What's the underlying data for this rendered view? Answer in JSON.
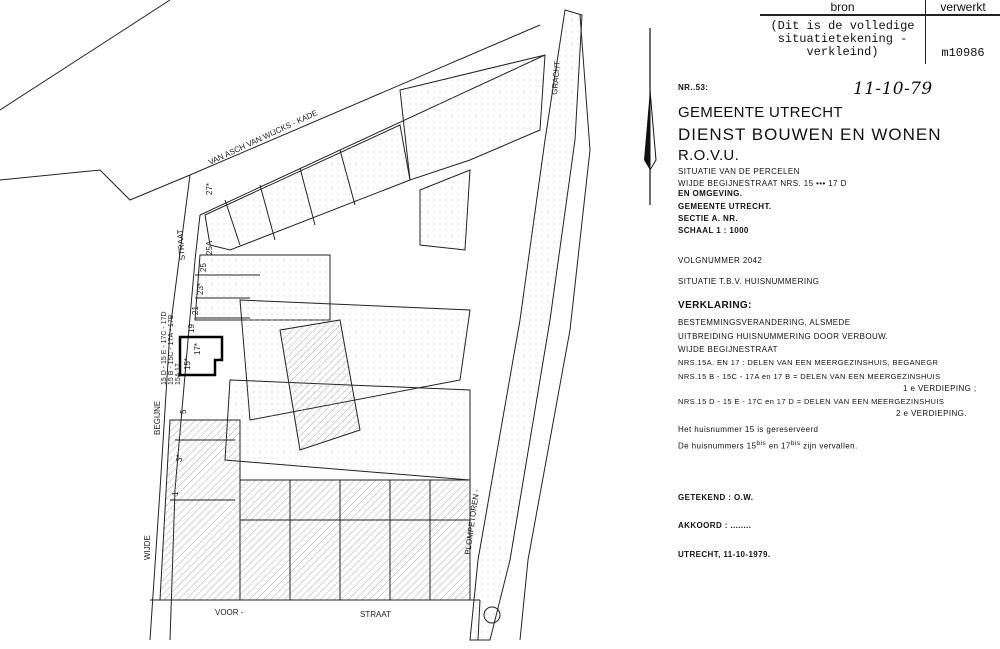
{
  "bron_table": {
    "headers": [
      "bron",
      "verwerkt"
    ],
    "source_lines": [
      "(Dit is de volledige",
      "situatietekening -",
      "verkleind)"
    ],
    "verwerkt_value": "m10986"
  },
  "title_block": {
    "nr": "NR..53:",
    "handwritten_date": "11-10-79",
    "municipality": "GEMEENTE UTRECHT",
    "department": "DIENST BOUWEN EN WONEN",
    "unit": "R.O.V.U.",
    "situation_lines": [
      "SITUATIE  VAN  DE  PERCELEN",
      "WIJDE  BEGIJNESTRAAT  NRS. 15 ••• 17 D",
      "EN OMGEVING."
    ],
    "gemeente": "GEMEENTE   UTRECHT.",
    "sectie": "SECTIE  A.       NR.",
    "schaal": "SCHAAL   1 : 1000",
    "volgnummer": "VOLGNUMMER 2042",
    "purpose": "SITUATIE T.B.V. HUISNUMMERING"
  },
  "verklaring": {
    "heading": "VERKLARING:",
    "lines": [
      "BESTEMMINGSVERANDERING, ALSMEDE",
      "UITBREIDING  HUISNUMMERING DOOR VERBOUW.",
      "WIJDE BEGIJNESTRAAT",
      "NRS.15A. EN 17 : DELEN VAN EEN  MEERGEZINSHUIS, BEGANEGR",
      "NRS.15 B - 15C - 17A  en  17 B = DELEN VAN EEN MEERGEZINSHUIS",
      "1 e VERDIEPING ;",
      "NRS.15 D - 15 E - 17C  en 17 D = DELEN VAN EEN MEERGEZINSHUIS",
      "2 e VERDIEPING."
    ],
    "note1": "Het huisnummer 15 is gereserveerd",
    "note2_a": "De huisnummers 15",
    "note2_sup1": "bis",
    "note2_b": " en 17",
    "note2_sup2": "bis",
    "note2_c": " zijn vervallen."
  },
  "signoff": {
    "getekend": "GETEKEND :  O.W.",
    "akkoord": "AKKOORD : ........",
    "utrecht_date": "UTRECHT, 11-10-1979."
  },
  "map": {
    "streets": {
      "kade": "VAN  ASCH  VAN  WIJCKS -  KADE",
      "straat_top": "STRAAT",
      "gracht": "GRACHT",
      "plompetoren": "PLOMPETOREN -",
      "begijne": "BEGIJNE",
      "wijde": "WIJDE",
      "voor": "VOOR -",
      "straat_bottom": "STRAAT"
    },
    "house_numbers": [
      "25A",
      "27*",
      "25",
      "23*",
      "21",
      "19",
      "15*",
      "17*",
      "5",
      "3*",
      "1"
    ],
    "annotation_lines": [
      "15 D - 15 E - 17C - 17D",
      "15 B - 15C - 17A - 17B",
      "15A        17"
    ]
  }
}
